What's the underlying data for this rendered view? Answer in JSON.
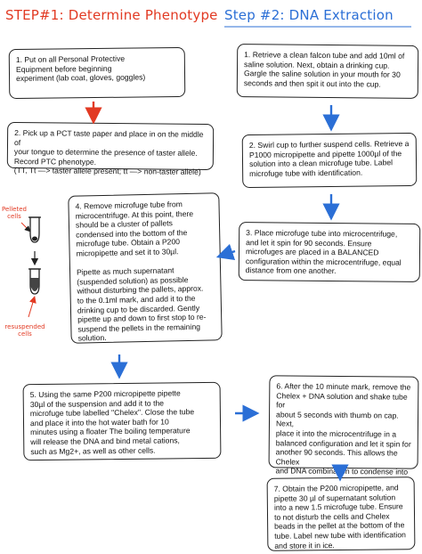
{
  "titles": {
    "step1": "STEP#1: Determine Phenotype",
    "step2": "Step #2: DNA Extraction"
  },
  "steps": {
    "s1_1": "1.    Put on all Personal Protective\n      Equipment before beginning\n      experiment (lab coat, gloves, goggles)",
    "s1_2": "2. Pick up a PCT taste paper and place in on the middle of\nyour tongue to determine the presence of taster allele.\nRecord PTC phenotype.\n(TT, Tt —> taster allele present; tt —> non-taster allele)",
    "s2_1": "1. Retrieve a clean falcon tube and add 10ml of\nsaline solution. Next, obtain a drinking cup.\nGargle the saline solution in your mouth for 30\nseconds and then spit it out into the cup.",
    "s2_2": "2. Swirl cup to further suspend cells. Retrieve a\nP1000 micropipette and pipette 1000µl of the\nsolution into a clean microfuge tube. Label\nmicrofuge tube with identification.",
    "s2_3": "3. Place microfuge tube into microcentrifuge,\nand let it spin for 90 seconds. Ensure\nmicrofuges are placed in a BALANCED\nconfiguration within the microcentrifuge, equal\ndistance from one another.",
    "s2_4": "4. Remove microfuge tube from\nmicrocentrifuge. At this point, there\nshould be a cluster of pallets\ncondensed into the bottom of the\nmicrofuge tube. Obtain a P200\nmicropipette and set it to 30µl.\n\nPipette as much supernatant\n(suspended solution) as possible\nwithout disturbing the pallets, approx.\nto the 0.1ml mark, and add it to the\ndrinking cup to be discarded. Gently\npipette up and down to first stop to re-\nsuspend the pellets in the remaining\nsolution.",
    "s2_5": "5. Using the same P200 micropipette  pipette\n30µl of the suspension and add it to the\nmicrofuge tube labelled \"Chelex\". Close the tube\nand place it into the hot water bath for 10\nminutes using a floater The boiling temperature\nwill release the DNA and bind metal cations,\nsuch as Mg2+, as well as other cells.",
    "s2_6": "6. After the 10 minute mark, remove the\nChelex + DNA solution and shake tube for\nabout 5 seconds with thumb on cap. Next,\nplace it into the microcentrifuge in a\nbalanced configuration and let it spin for\nanother 90 seconds. This allows the Chelex\nand DNA combination to condense into a\npellet at the bottom of the tube.",
    "s2_7": "7. Obtain the P200 micropipette, and\npipette 30 µl of supernatant solution\ninto a new 1.5 microfuge tube. Ensure\nto not disturb the cells and Chelex\nbeads in the pellet at the bottom of the\ntube. Label new tube with identification\nand store it in ice."
  },
  "sketch_labels": {
    "top": "Pelleted\ncells",
    "bottom": "resuspended\ncells"
  },
  "colors": {
    "step1_accent": "#e23a23",
    "step2_accent": "#2b6fd6",
    "border": "#222222"
  }
}
